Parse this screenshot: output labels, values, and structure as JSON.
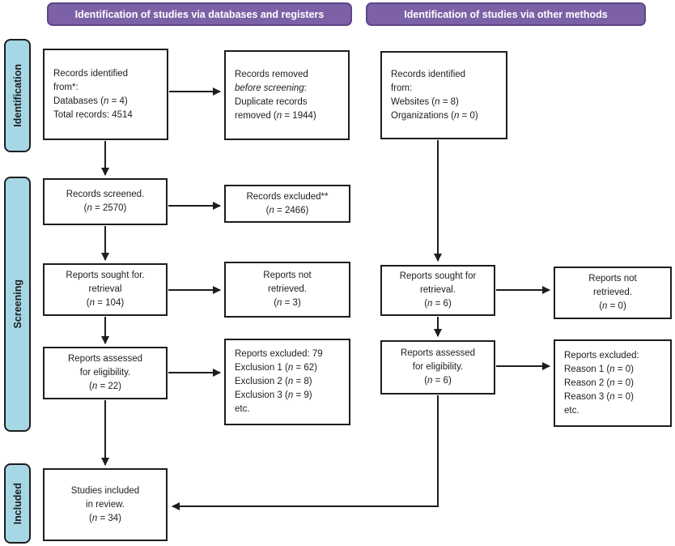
{
  "headers": {
    "databases": {
      "label": "Identification of studies via databases and registers"
    },
    "other": {
      "label": "Identification of studies via other methods"
    }
  },
  "stages": {
    "identification": "Identification",
    "screening": "Screening",
    "included": "Included"
  },
  "boxes": {
    "records_identified_db": {
      "lines": [
        [
          "Records identified"
        ],
        [
          "from*:"
        ],
        [
          "Databases (",
          {
            "i": "n"
          },
          " = 4)"
        ],
        [
          "Total records: 4514"
        ]
      ]
    },
    "records_removed": {
      "lines": [
        [
          "Records removed"
        ],
        [
          {
            "i": "before screening"
          },
          ":"
        ],
        [
          "Duplicate records"
        ],
        [
          "removed (",
          {
            "i": "n"
          },
          " = 1944)"
        ]
      ]
    },
    "records_identified_other": {
      "lines": [
        [
          "Records identified"
        ],
        [
          "from:"
        ],
        [
          "Websites (",
          {
            "i": "n"
          },
          " = 8)"
        ],
        [
          "Organizations (",
          {
            "i": "n"
          },
          " = 0)"
        ]
      ]
    },
    "records_screened": {
      "lines": [
        [
          "Records screened."
        ],
        [
          "(",
          {
            "i": "n"
          },
          " = 2570)"
        ]
      ]
    },
    "records_excluded": {
      "lines": [
        [
          "Records excluded**"
        ],
        [
          "(",
          {
            "i": "n"
          },
          " = 2466)"
        ]
      ]
    },
    "reports_sought_db": {
      "lines": [
        [
          "Reports sought for."
        ],
        [
          "retrieval"
        ],
        [
          "(",
          {
            "i": "n"
          },
          " = 104)"
        ]
      ]
    },
    "reports_not_retrieved_db": {
      "lines": [
        [
          "Reports not"
        ],
        [
          "retrieved."
        ],
        [
          "(",
          {
            "i": "n"
          },
          " = 3)"
        ]
      ]
    },
    "reports_sought_other": {
      "lines": [
        [
          "Reports sought for"
        ],
        [
          "retrieval."
        ],
        [
          "(",
          {
            "i": "n"
          },
          " = 6)"
        ]
      ]
    },
    "reports_not_retrieved_other": {
      "lines": [
        [
          "Reports not"
        ],
        [
          "retrieved."
        ],
        [
          "(",
          {
            "i": "n"
          },
          " = 0)"
        ]
      ]
    },
    "reports_assessed_db": {
      "lines": [
        [
          "Reports assessed"
        ],
        [
          "for eligibility."
        ],
        [
          "(",
          {
            "i": "n"
          },
          " = 22)"
        ]
      ]
    },
    "reports_excluded_db": {
      "lines": [
        [
          "Reports excluded: 79"
        ],
        [
          "Exclusion 1 (",
          {
            "i": "n"
          },
          " = 62)"
        ],
        [
          "Exclusion 2 (",
          {
            "i": "n"
          },
          " = 8)"
        ],
        [
          "Exclusion 3 (",
          {
            "i": "n"
          },
          " = 9)"
        ],
        [
          "etc."
        ]
      ]
    },
    "reports_assessed_other": {
      "lines": [
        [
          "Reports assessed"
        ],
        [
          "for eligibility."
        ],
        [
          "(",
          {
            "i": "n"
          },
          " = 6)"
        ]
      ]
    },
    "reports_excluded_other": {
      "lines": [
        [
          "Reports excluded:"
        ],
        [
          "Reason 1 (",
          {
            "i": "n"
          },
          " = 0)"
        ],
        [
          "Reason 2 (",
          {
            "i": "n"
          },
          " = 0)"
        ],
        [
          "Reason 3 (",
          {
            "i": "n"
          },
          " = 0)"
        ],
        [
          "etc."
        ]
      ]
    },
    "studies_included": {
      "lines": [
        [
          "Studies included"
        ],
        [
          "in review."
        ],
        [
          "(",
          {
            "i": "n"
          },
          " = 34)"
        ]
      ]
    }
  },
  "colors": {
    "header_fill": "#7C61A7",
    "header_border": "#5D4687",
    "header_text": "#FFFFFF",
    "stage_fill": "#A6D7E5",
    "stage_border": "#1D1D1F",
    "box_fill": "#FFFFFF",
    "box_border": "#1D1D1F",
    "arrow": "#1D1D1F",
    "text": "#1D1D1F"
  }
}
